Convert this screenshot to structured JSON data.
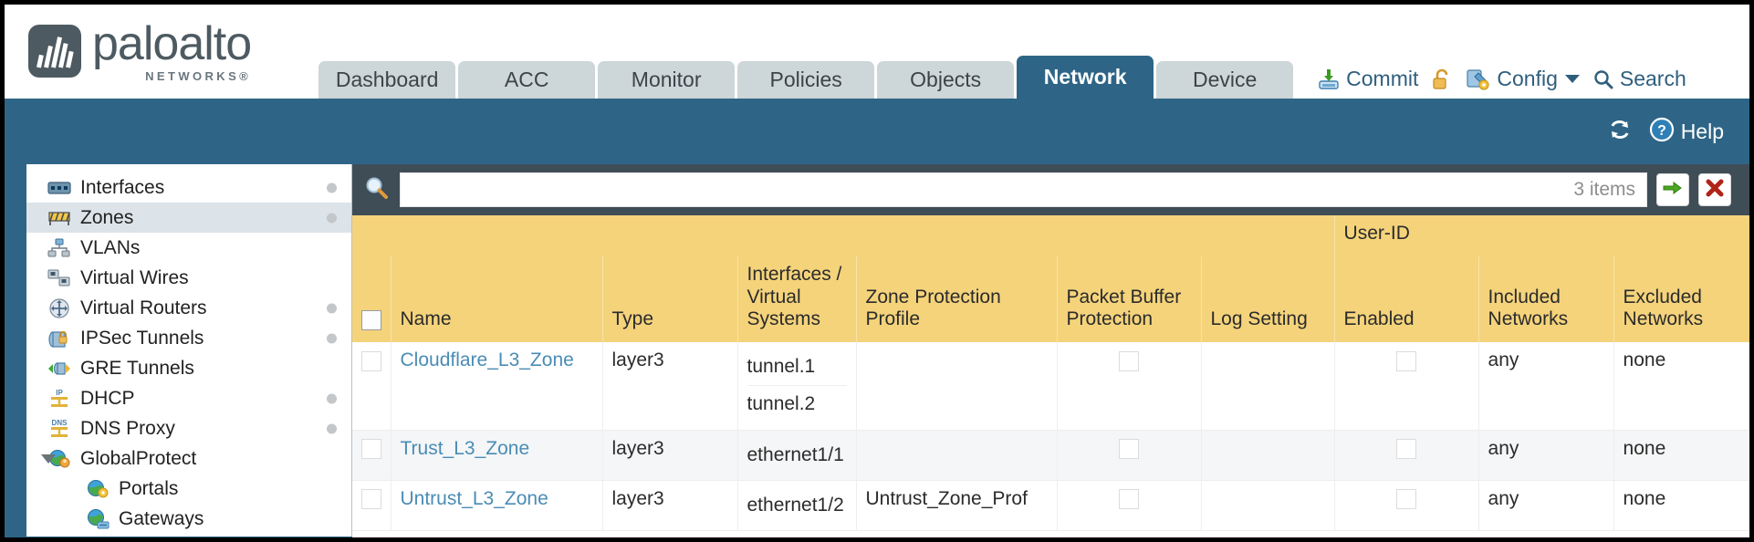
{
  "brand": {
    "name": "paloalto",
    "sub": "NETWORKS®",
    "logo_icon": "paloalto-logo"
  },
  "tabs": [
    {
      "label": "Dashboard",
      "active": false
    },
    {
      "label": "ACC",
      "active": false
    },
    {
      "label": "Monitor",
      "active": false
    },
    {
      "label": "Policies",
      "active": false
    },
    {
      "label": "Objects",
      "active": false
    },
    {
      "label": "Network",
      "active": true
    },
    {
      "label": "Device",
      "active": false
    }
  ],
  "top_actions": {
    "commit": "Commit",
    "commit_icon": "commit-save-icon",
    "lock_icon": "unlocked-padlock-icon",
    "config": "Config",
    "config_icon": "config-wrench-key-icon",
    "config_caret": "chevron-down-icon",
    "search": "Search",
    "search_icon": "magnifier-icon"
  },
  "blueband": {
    "refresh_icon": "refresh-icon",
    "help_label": "Help",
    "help_icon": "help-question-icon"
  },
  "sidebar": {
    "items": [
      {
        "label": "Interfaces",
        "icon": "interfaces-icon",
        "dot": true,
        "child": false,
        "selected": false,
        "caret": false
      },
      {
        "label": "Zones",
        "icon": "zones-icon",
        "dot": true,
        "child": false,
        "selected": true,
        "caret": false
      },
      {
        "label": "VLANs",
        "icon": "vlans-icon",
        "dot": false,
        "child": false,
        "selected": false,
        "caret": false
      },
      {
        "label": "Virtual Wires",
        "icon": "virtual-wires-icon",
        "dot": false,
        "child": false,
        "selected": false,
        "caret": false
      },
      {
        "label": "Virtual Routers",
        "icon": "virtual-routers-icon",
        "dot": true,
        "child": false,
        "selected": false,
        "caret": false
      },
      {
        "label": "IPSec Tunnels",
        "icon": "ipsec-tunnels-icon",
        "dot": true,
        "child": false,
        "selected": false,
        "caret": false
      },
      {
        "label": "GRE Tunnels",
        "icon": "gre-tunnels-icon",
        "dot": false,
        "child": false,
        "selected": false,
        "caret": false
      },
      {
        "label": "DHCP",
        "icon": "dhcp-icon",
        "dot": true,
        "child": false,
        "selected": false,
        "caret": false
      },
      {
        "label": "DNS Proxy",
        "icon": "dns-proxy-icon",
        "dot": true,
        "child": false,
        "selected": false,
        "caret": false
      },
      {
        "label": "GlobalProtect",
        "icon": "globalprotect-icon",
        "dot": false,
        "child": false,
        "selected": false,
        "caret": true
      },
      {
        "label": "Portals",
        "icon": "portals-icon",
        "dot": false,
        "child": true,
        "selected": false,
        "caret": false
      },
      {
        "label": "Gateways",
        "icon": "gateways-icon",
        "dot": false,
        "child": true,
        "selected": false,
        "caret": false
      }
    ]
  },
  "search": {
    "value": "",
    "placeholder": "",
    "icon": "magnifier-icon",
    "item_count": "3 items",
    "apply_icon": "green-arrow-icon",
    "clear_icon": "red-x-icon"
  },
  "table": {
    "group_header": "User-ID",
    "columns": [
      "Name",
      "Type",
      "Interfaces / Virtual Systems",
      "Zone Protection Profile",
      "Packet Buffer Protection",
      "Log Setting",
      "Enabled",
      "Included Networks",
      "Excluded Networks"
    ],
    "rows": [
      {
        "name": "Cloudflare_L3_Zone",
        "type": "layer3",
        "interfaces": [
          "tunnel.1",
          "tunnel.2"
        ],
        "zone_protection_profile": "",
        "packet_buffer_protection": false,
        "log_setting": "",
        "userid_enabled": false,
        "included_networks": "any",
        "excluded_networks": "none"
      },
      {
        "name": "Trust_L3_Zone",
        "type": "layer3",
        "interfaces": [
          "ethernet1/1"
        ],
        "zone_protection_profile": "",
        "packet_buffer_protection": false,
        "log_setting": "",
        "userid_enabled": false,
        "included_networks": "any",
        "excluded_networks": "none"
      },
      {
        "name": "Untrust_L3_Zone",
        "type": "layer3",
        "interfaces": [
          "ethernet1/2"
        ],
        "zone_protection_profile": "Untrust_Zone_Prof",
        "packet_buffer_protection": false,
        "log_setting": "",
        "userid_enabled": false,
        "included_networks": "any",
        "excluded_networks": "none"
      }
    ]
  },
  "colors": {
    "brand_blue": "#2e6586",
    "tab_inactive": "#cdd6d8",
    "table_header_gold": "#f4d37b",
    "group_header_gold": "#e2b84b",
    "search_strip": "#3f4d57",
    "link_blue": "#4a8cb5",
    "sidebar_selected": "#dce4ea"
  }
}
